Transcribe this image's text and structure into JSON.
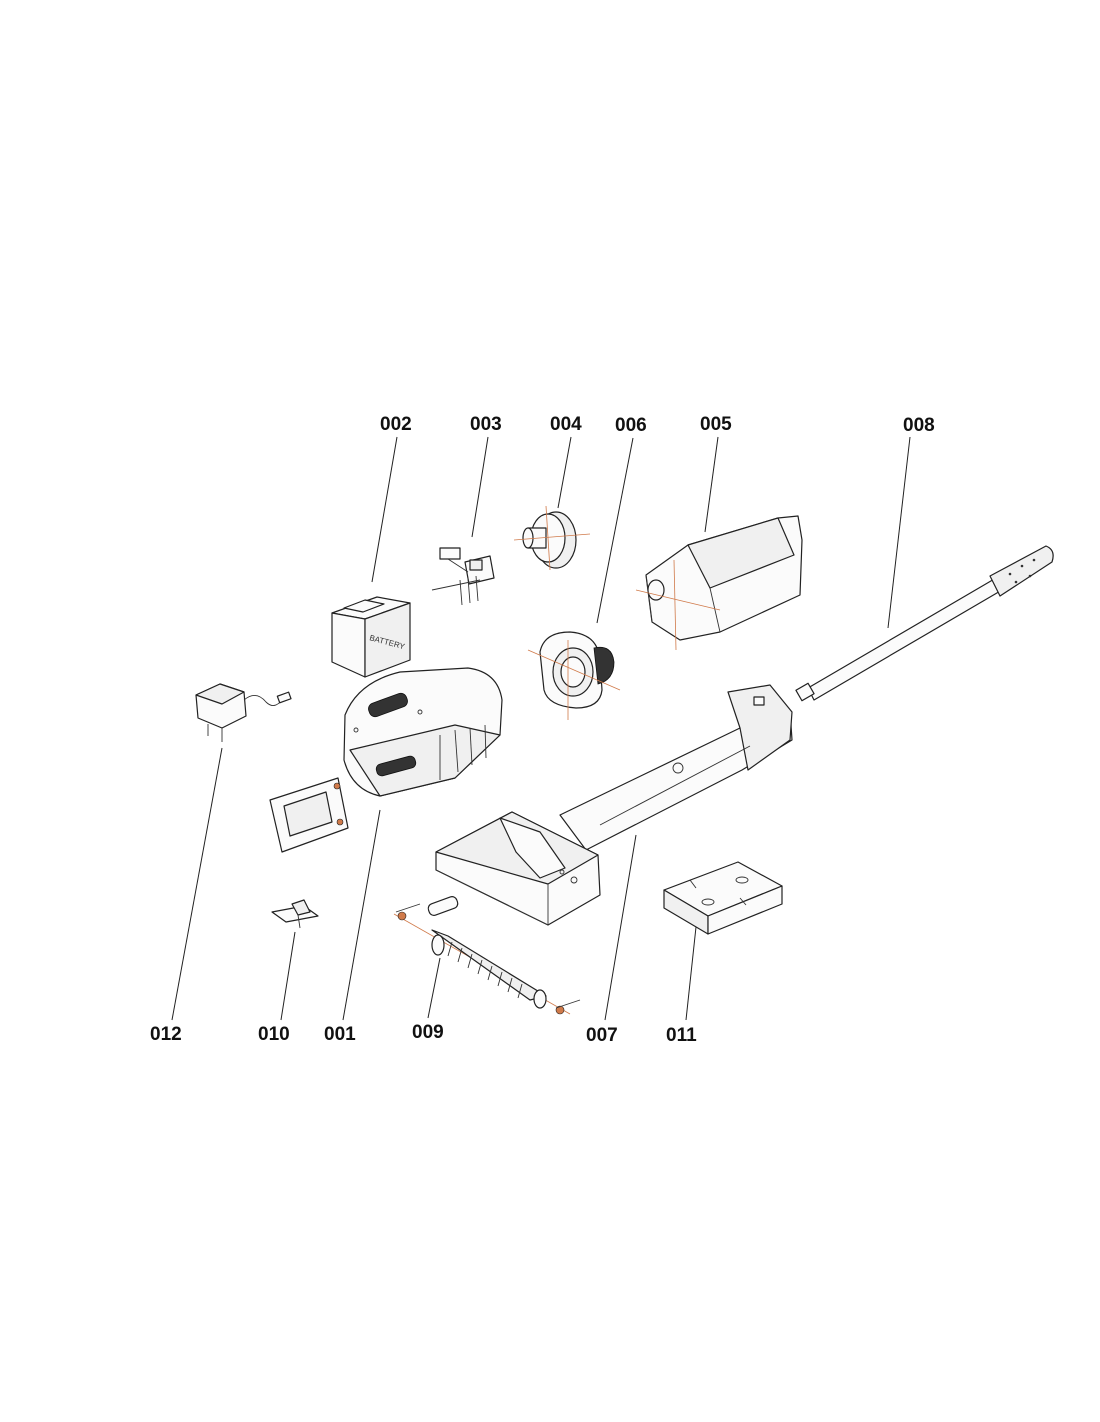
{
  "callouts": [
    {
      "id": "002"
    },
    {
      "id": "003"
    },
    {
      "id": "004"
    },
    {
      "id": "006"
    },
    {
      "id": "005"
    },
    {
      "id": "008"
    },
    {
      "id": "012"
    },
    {
      "id": "010"
    },
    {
      "id": "001"
    },
    {
      "id": "009"
    },
    {
      "id": "007"
    },
    {
      "id": "011"
    }
  ],
  "battery_text": "BATTERY",
  "colors": {
    "ink": "#111111",
    "axis": "#d07a4a"
  }
}
